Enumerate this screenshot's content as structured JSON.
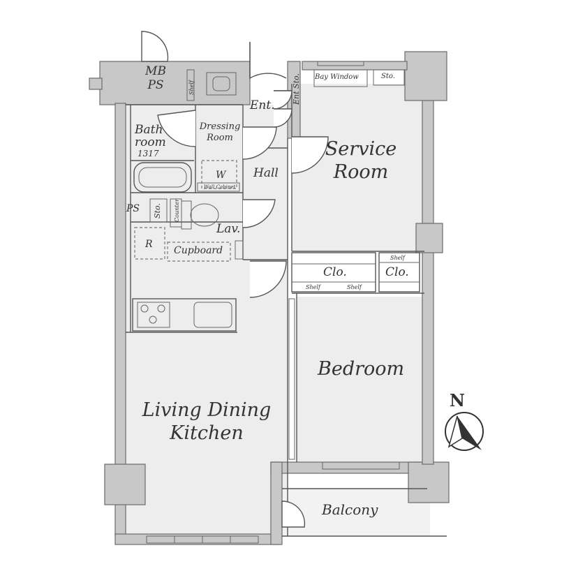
{
  "rooms": {
    "ldk": {
      "line1": "Living Dining",
      "line2": "Kitchen"
    },
    "bedroom": "Bedroom",
    "service_room": {
      "line1": "Service",
      "line2": "Room"
    },
    "balcony": "Balcony",
    "hall": "Hall",
    "entrance": "Ent.",
    "entrance_storage": "Ent Sto.",
    "bathroom": {
      "line1": "Bath",
      "line2": "room",
      "size": "1317"
    },
    "dressing_room": {
      "line1": "Dressing",
      "line2": "Room"
    },
    "lavatory": "Lav.",
    "cupboard": "Cupboard",
    "refrigerator": "R",
    "pipe_space": "PS",
    "mb_ps": {
      "line1": "MB",
      "line2": "PS"
    },
    "storage": "Sto.",
    "shelf": "Shelf",
    "bay_window": "Bay Window",
    "closet": "Clo.",
    "washer": "W",
    "wall_cabinet": "Wall Cabinet",
    "counter": "Counter"
  },
  "compass": {
    "north_label": "N"
  },
  "colors": {
    "wall": "#c8c8c8",
    "floor": "#ededed",
    "line": "#555555"
  }
}
